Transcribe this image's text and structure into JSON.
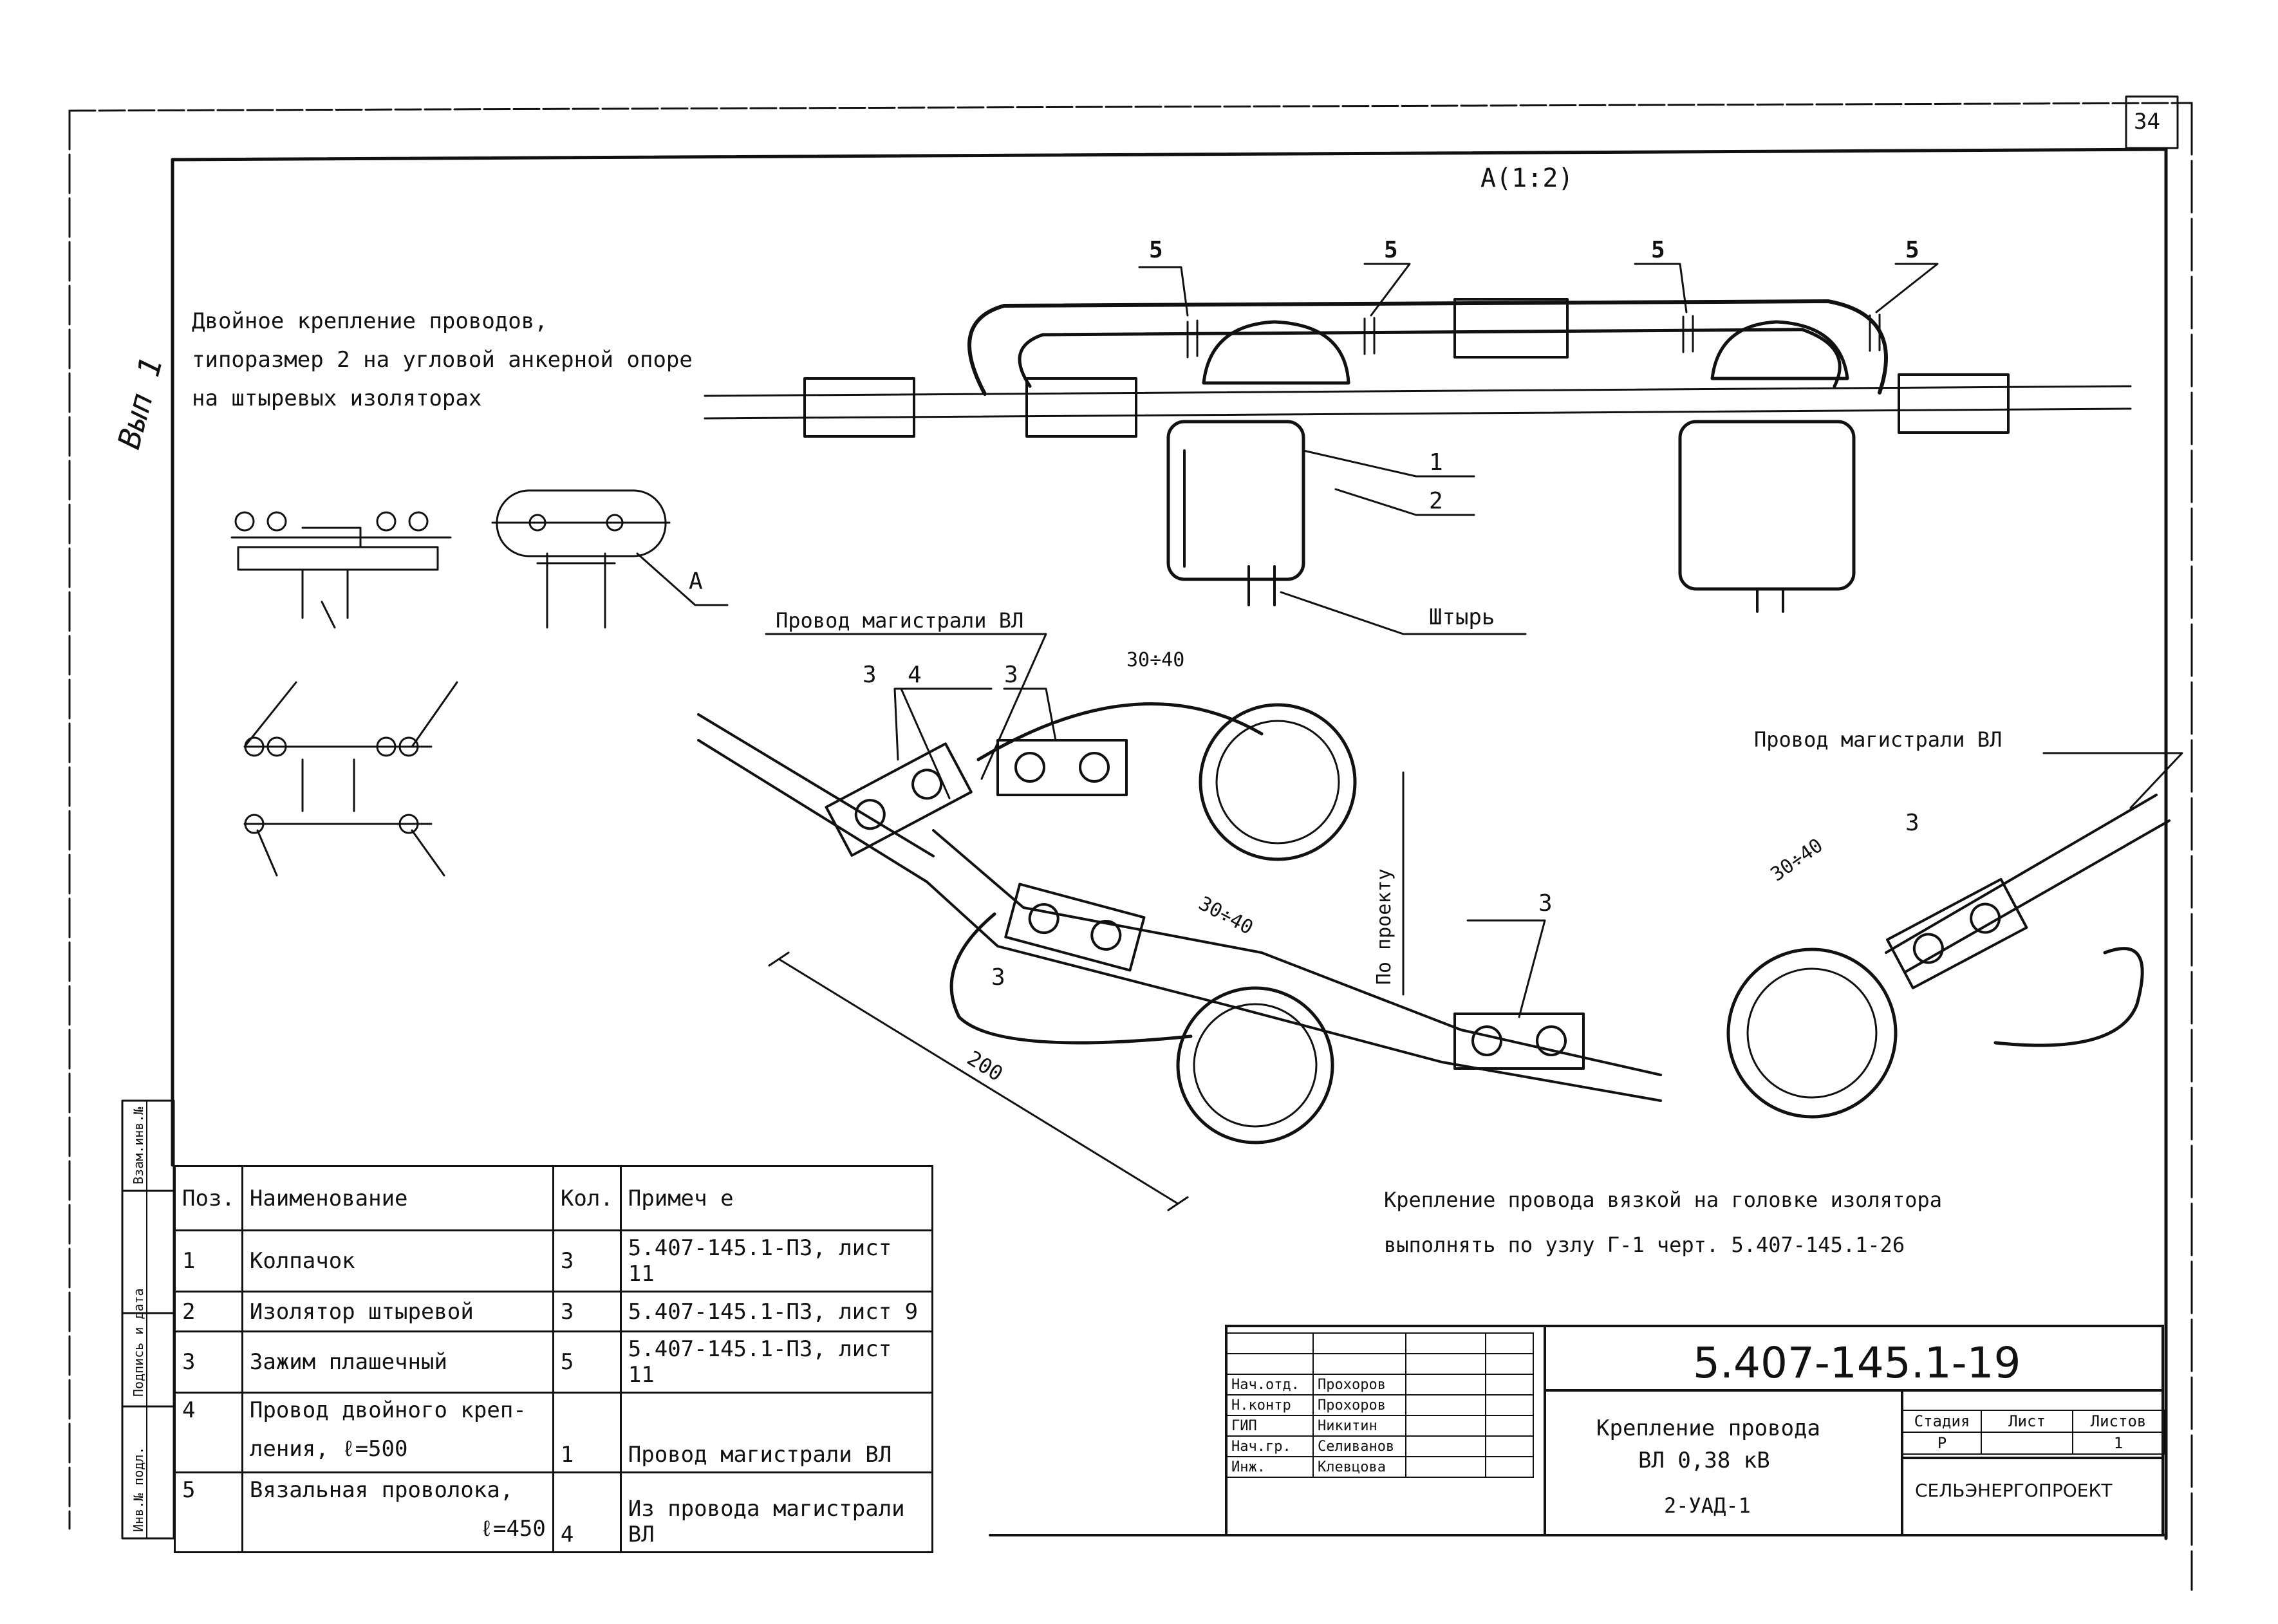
{
  "sheet_number": "34",
  "view_label": "А(1:2)",
  "title_lines": [
    "Двойное крепление проводов,",
    "типоразмер 2 на угловой анкерной опоре",
    "на штыревых изоляторах"
  ],
  "margin_note": "Вып 1",
  "callouts": {
    "c5": "5",
    "c1": "1",
    "c2": "2",
    "c3": "3",
    "c4": "4",
    "pin": "Штырь",
    "A": "А",
    "wire_left": "Провод магистрали ВЛ",
    "wire_right": "Провод магистрали ВЛ",
    "dim_30_40": "30÷40",
    "dim_200": "200",
    "by_project": "По проекту"
  },
  "note_lines": [
    "Крепление провода вязкой на головке изолятора",
    "выполнять по узлу Г-1 черт. 5.407-145.1-26"
  ],
  "side_stamp": [
    "Инв.№ подл.",
    "Подпись и дата",
    "Взам.инв.№"
  ],
  "spec_table": {
    "headers": [
      "Поз.",
      "Наименование",
      "Кол.",
      "Примеч  е"
    ],
    "rows": [
      {
        "pos": "1",
        "name": "Колпачок",
        "name2": "",
        "qty": "3",
        "note": "5.407-145.1-ПЗ, лист 11"
      },
      {
        "pos": "2",
        "name": "Изолятор штыревой",
        "name2": "",
        "qty": "3",
        "note": "5.407-145.1-ПЗ, лист 9"
      },
      {
        "pos": "3",
        "name": "Зажим плашечный",
        "name2": "",
        "qty": "5",
        "note": "5.407-145.1-ПЗ, лист 11"
      },
      {
        "pos": "4",
        "name": "Провод двойного креп-",
        "name2": "ления, ℓ=500",
        "qty": "1",
        "note": "Провод магистрали ВЛ"
      },
      {
        "pos": "5",
        "name": "Вязальная проволока,",
        "name2": "ℓ=450",
        "qty": "4",
        "note": "Из провода магистрали ВЛ"
      }
    ]
  },
  "title_block": {
    "doc_number": "5.407-145.1-19",
    "drawing_title": [
      "Крепление провода",
      "ВЛ 0,38 кВ"
    ],
    "code": "2-УАД-1",
    "stage_headers": [
      "Стадия",
      "Лист",
      "Листов"
    ],
    "stage_values": [
      "Р",
      "",
      "1"
    ],
    "organization": "СЕЛЬЭНЕРГОПРОЕКТ",
    "roles": [
      {
        "role": "Нач.отд.",
        "name": "Прохоров"
      },
      {
        "role": "Н.контр",
        "name": "Прохоров"
      },
      {
        "role": "ГИП",
        "name": "Никитин"
      },
      {
        "role": "Нач.гр.",
        "name": "Селиванов"
      },
      {
        "role": "Инж.",
        "name": "Клевцова"
      }
    ]
  }
}
